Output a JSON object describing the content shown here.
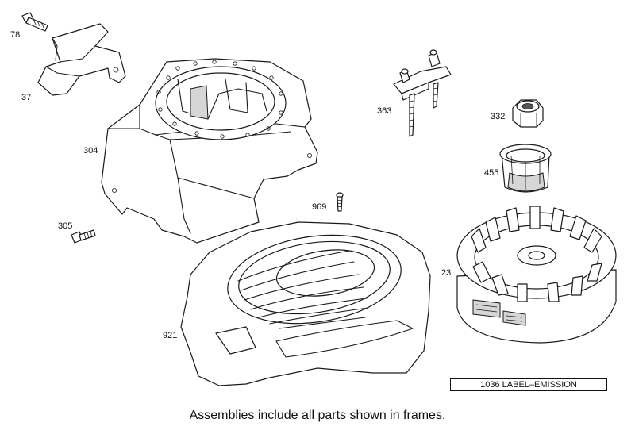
{
  "callouts": {
    "c78": "78",
    "c37": "37",
    "c304": "304",
    "c305": "305",
    "c921": "921",
    "c969": "969",
    "c363": "363",
    "c332": "332",
    "c455": "455",
    "c23": "23"
  },
  "label_box": "1036 LABEL–EMISSION",
  "footer": "Assemblies include all parts shown in frames.",
  "icons": [
    "bolt-icon",
    "deflector-shield",
    "blower-housing",
    "screw-icon",
    "rewind-starter-cover",
    "ignition-armature",
    "hex-nut-icon",
    "starter-cup",
    "flywheel"
  ]
}
